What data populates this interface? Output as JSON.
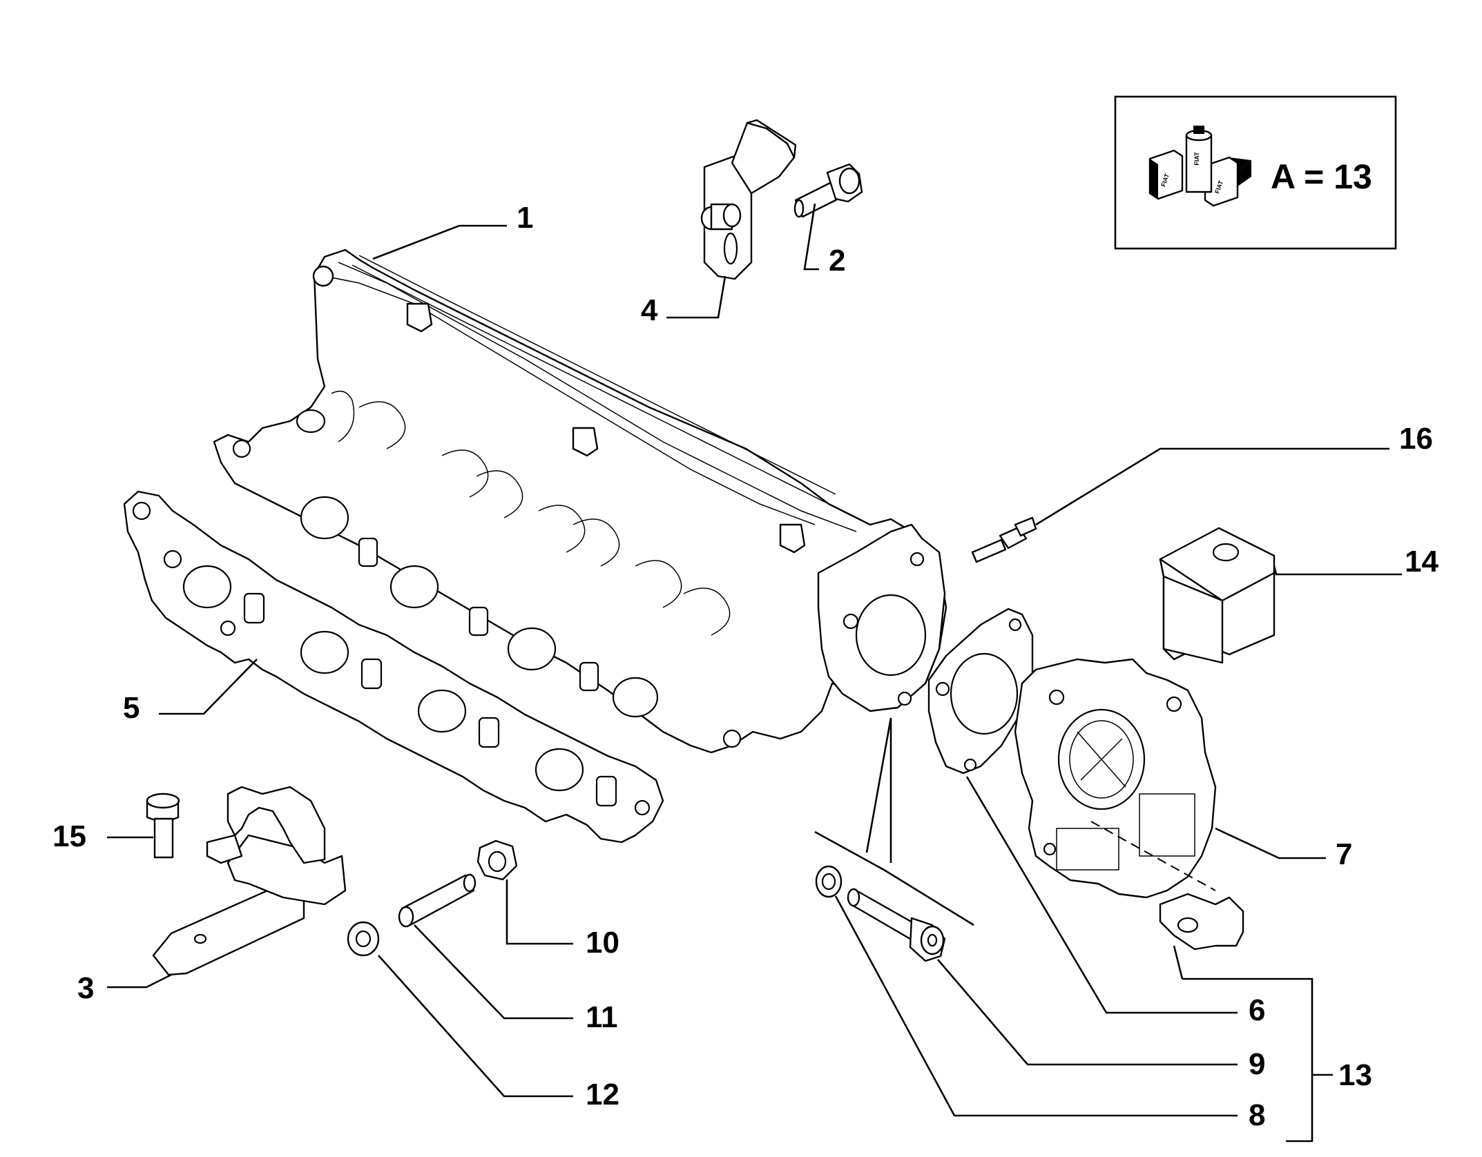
{
  "legend": {
    "text": "A = 13"
  },
  "logo_icon": "grease-can-on-boxes-icon",
  "callouts": {
    "c1": "1",
    "c2": "2",
    "c3": "3",
    "c4": "4",
    "c5": "5",
    "c6": "6",
    "c7": "7",
    "c8": "8",
    "c9": "9",
    "c10": "10",
    "c11": "11",
    "c12": "12",
    "c13": "13",
    "c14": "14",
    "c15": "15",
    "c16": "16"
  }
}
